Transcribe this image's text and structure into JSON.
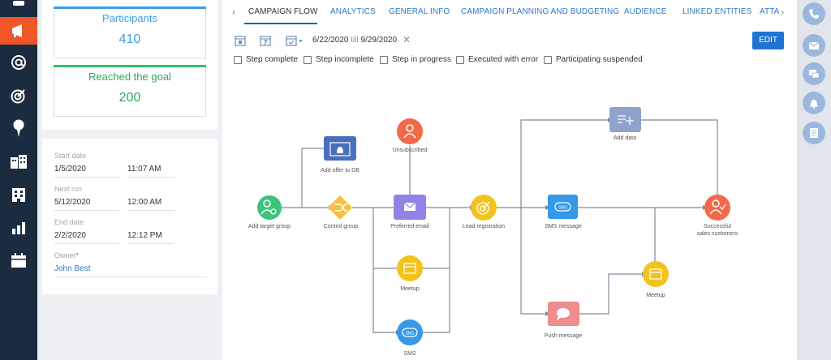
{
  "sidebar": {
    "items": [
      {
        "icon": "user-icon",
        "active": false
      },
      {
        "icon": "megaphone-icon",
        "active": true
      },
      {
        "icon": "at-sign-icon",
        "active": false
      },
      {
        "icon": "target-icon",
        "active": false
      },
      {
        "icon": "map-pin-icon",
        "active": false
      },
      {
        "icon": "buildings-icon",
        "active": false
      },
      {
        "icon": "building-icon",
        "active": false
      },
      {
        "icon": "bar-chart-icon",
        "active": false
      },
      {
        "icon": "calendar-icon",
        "active": false
      }
    ]
  },
  "stats": [
    {
      "label": "Participants",
      "value": "410",
      "accent": "#3a9de8"
    },
    {
      "label": "Reached the goal",
      "value": "200",
      "accent": "#2fc26a"
    }
  ],
  "details": {
    "start_date_label": "Start date",
    "start_date": "1/5/2020",
    "start_time": "11:07 AM",
    "next_run_label": "Next run",
    "next_run_date": "5/12/2020",
    "next_run_time": "12:00 AM",
    "end_date_label": "End date",
    "end_date": "2/2/2020",
    "end_time": "12:12 PM",
    "owner_label": "Owner",
    "owner_required": "*",
    "owner": "John Best"
  },
  "tabs": [
    {
      "label": "CAMPAIGN FLOW",
      "active": true
    },
    {
      "label": "ANALYTICS",
      "active": false
    },
    {
      "label": "GENERAL INFO",
      "active": false
    },
    {
      "label": "CAMPAIGN PLANNING AND BUDGETING",
      "active": false
    },
    {
      "label": "AUDIENCE",
      "active": false
    },
    {
      "label": "LINKED ENTITIES",
      "active": false
    },
    {
      "label": "ATTA",
      "active": false
    }
  ],
  "toolbar": {
    "date_from": "6/22/2020",
    "till": "till",
    "date_to": "9/29/2020",
    "clear": "✕",
    "edit_label": "EDIT",
    "nav_prev": "‹",
    "nav_next": "›"
  },
  "filters": [
    "Step complete",
    "Step incomplete",
    "Step in progress",
    "Executed with error",
    "Participating suspended"
  ],
  "flow": {
    "nodes": [
      {
        "id": "add-target-group",
        "label": "Add target group",
        "color": "#3fc27a",
        "icon": "users-icon"
      },
      {
        "id": "add-offer",
        "label": "Add offer to DB",
        "color": "#4a6fbd",
        "icon": "window-bell-icon"
      },
      {
        "id": "control-group",
        "label": "Control group",
        "color": "#f6c23a",
        "icon": "shuffle-icon"
      },
      {
        "id": "unsubscribed",
        "label": "Unsubscribed",
        "color": "#f16a48",
        "icon": "user-icon"
      },
      {
        "id": "preferred-email",
        "label": "Preferred email",
        "color": "#8f83e8",
        "icon": "envelope-icon"
      },
      {
        "id": "meetup-1",
        "label": "Meetup",
        "color": "#f4c21d",
        "icon": "calendar-icon"
      },
      {
        "id": "sms-1",
        "label": "SMS",
        "color": "#3598e8",
        "icon": "sms-icon"
      },
      {
        "id": "lead-registration",
        "label": "Lead registration",
        "color": "#f4c21d",
        "icon": "target-icon"
      },
      {
        "id": "add-data",
        "label": "Add  data",
        "color": "#8fa2cb",
        "icon": "list-plus-icon"
      },
      {
        "id": "sms-message",
        "label": "SMS message",
        "color": "#3598e8",
        "icon": "sms-icon"
      },
      {
        "id": "push-message",
        "label": "Push message",
        "color": "#ee8d8d",
        "icon": "chat-bubble-icon"
      },
      {
        "id": "meetup-2",
        "label": "Meetup",
        "color": "#f4c21d",
        "icon": "calendar-icon"
      },
      {
        "id": "successful",
        "label_line1": "Successful",
        "label_line2": "sales customers",
        "color": "#f16a48",
        "icon": "user-check-icon"
      }
    ]
  },
  "rail": [
    {
      "icon": "phone-icon"
    },
    {
      "icon": "mail-icon"
    },
    {
      "icon": "chat-icon"
    },
    {
      "icon": "bell-icon"
    },
    {
      "icon": "document-icon"
    }
  ]
}
